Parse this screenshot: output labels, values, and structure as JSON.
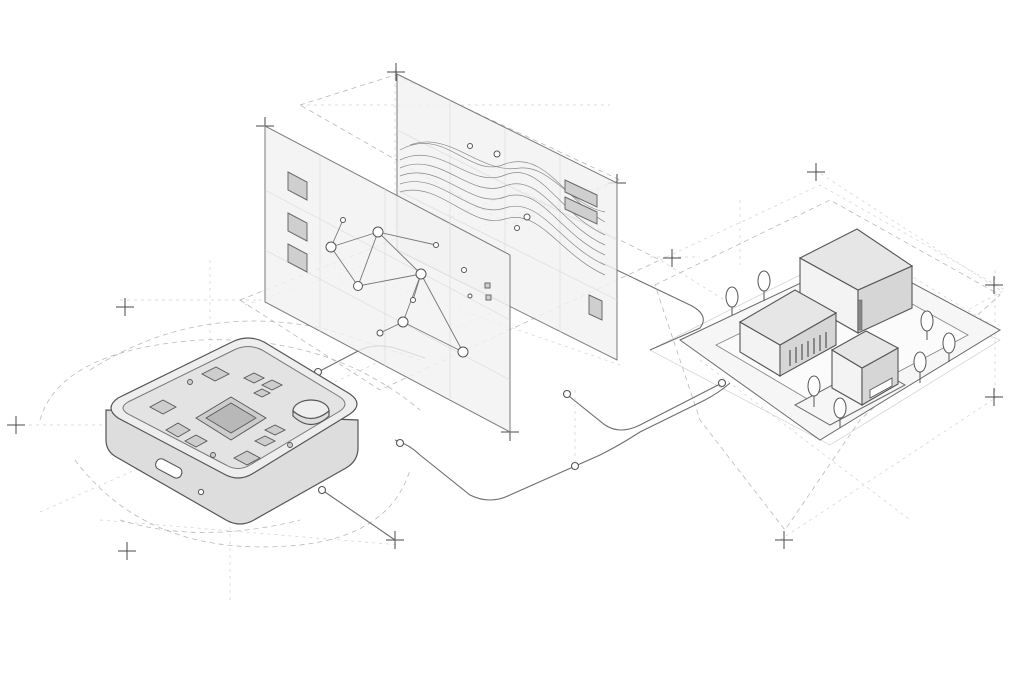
{
  "figure": {
    "style": "isometric line illustration",
    "palette": {
      "line": "#555555",
      "guide": "#b9b9b9",
      "fill_light": "#eeeeee",
      "fill_mid": "#d6d6d6",
      "background": "#ffffff"
    },
    "elements": {
      "device": {
        "icon": "hardware-device-icon",
        "components": [
          "processor-chip",
          "round-button",
          "usb-port",
          "status-led"
        ]
      },
      "front_panel": {
        "icon": "network-graph-icon",
        "contents": [
          "sidebar-squares",
          "node-graph"
        ]
      },
      "back_panel": {
        "icon": "waveform-icon",
        "contents": [
          "wave-lines",
          "bar-indicators"
        ]
      },
      "campus": {
        "icon": "buildings-icon",
        "buildings": 3,
        "trees": 7
      }
    },
    "connections": [
      "device-to-panels",
      "panels-to-campus"
    ]
  }
}
